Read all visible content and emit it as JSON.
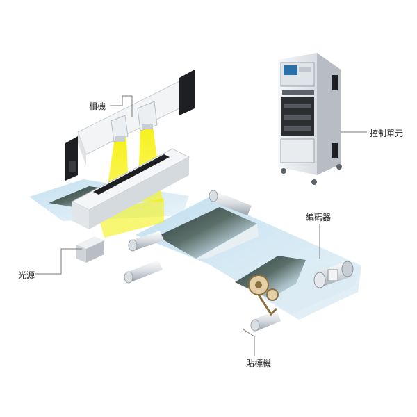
{
  "labels": {
    "camera": "相機",
    "control_unit": "控制單元",
    "light_source": "光源",
    "encoder": "編碼器",
    "labeler": "貼標機"
  },
  "colors": {
    "web": "#cfe6f2",
    "light_beam": "#f3f000",
    "steel_light": "#f2f4f6",
    "steel_dark": "#1e1f22",
    "label_line": "#777777"
  },
  "icons": [
    "camera-unit-icon",
    "control-cabinet-icon",
    "light-source-icon",
    "encoder-icon",
    "labeler-icon"
  ]
}
